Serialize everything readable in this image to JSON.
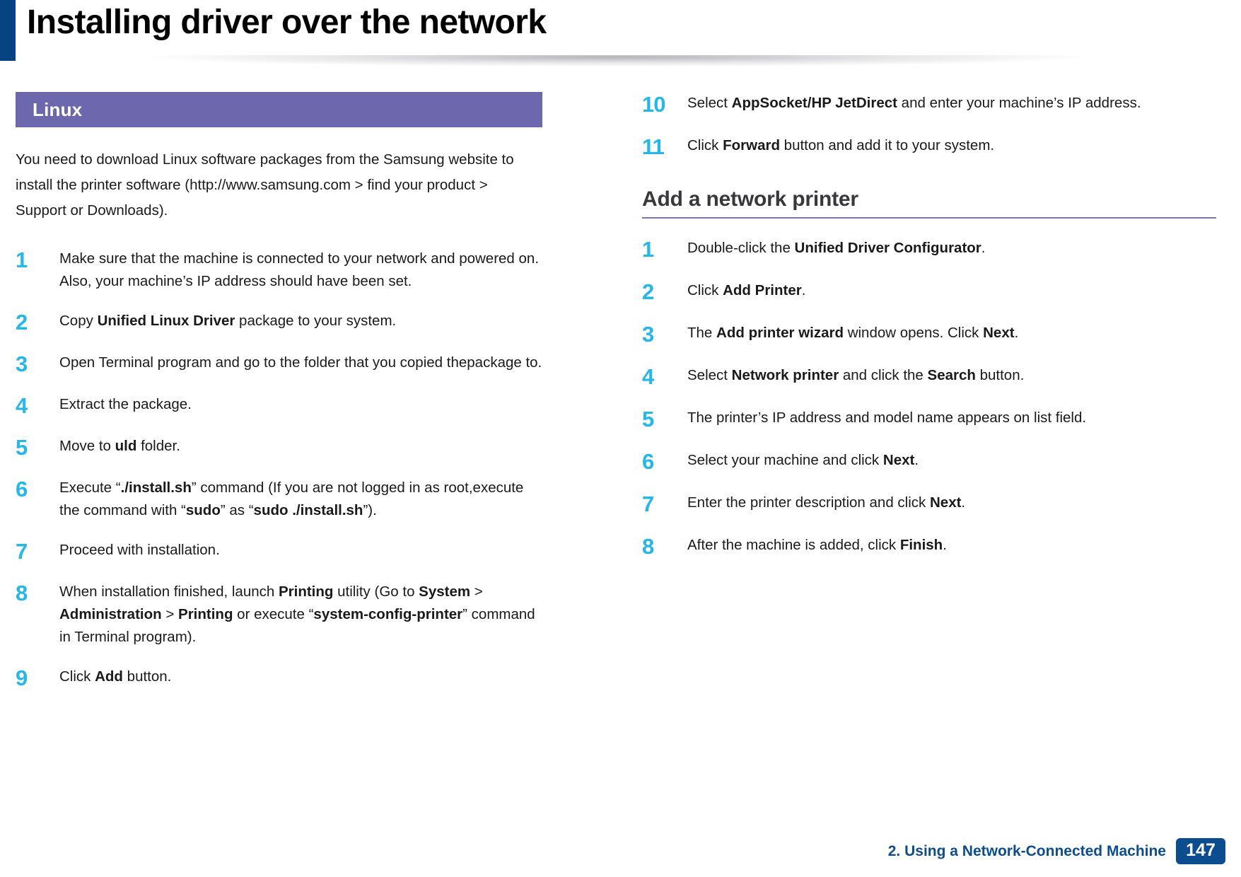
{
  "page": {
    "title": "Installing driver over the network",
    "accent_colors": {
      "header_bar": "#054480",
      "section_banner": "#6d67ad",
      "step_number": "#25b6ea",
      "footer_blue": "#0b4d8f",
      "rule": "#7b74b8"
    }
  },
  "left_column": {
    "section_banner_label": "Linux",
    "intro_paragraph": "You need to download Linux software packages from the Samsung website to install the printer software (http://www.samsung.com  > find your product > Support or Downloads).",
    "steps": [
      {
        "number": "1",
        "text_html": "Make sure that the machine is connected to your network and powered on. Also, your machine’s IP address should have been set."
      },
      {
        "number": "2",
        "text_html": "Copy <b>Unified Linux Driver</b> package to your system."
      },
      {
        "number": "3",
        "text_html": "Open Terminal program and go to the folder that you copied thepackage to."
      },
      {
        "number": "4",
        "text_html": "Extract the package."
      },
      {
        "number": "5",
        "text_html": "Move to <b>uld</b> folder."
      },
      {
        "number": "6",
        "text_html": "Execute “<b>./install.sh</b>” command (If you are not logged in as root,execute the command with “<b>sudo</b>” as “<b>sudo ./install.sh</b>”)."
      },
      {
        "number": "7",
        "text_html": "Proceed with installation."
      },
      {
        "number": "8",
        "text_html": "When installation finished, launch <b>Printing</b> utility (Go to <b>System</b> &gt; <b>Administration</b> &gt; <b>Printing</b> or execute “<b>system-config-printer</b>” command in Terminal program)."
      },
      {
        "number": "9",
        "text_html": "Click <b>Add</b> button."
      }
    ]
  },
  "right_column": {
    "continued_steps": [
      {
        "number": "10",
        "text_html": "Select <b>AppSocket/HP JetDirect</b> and enter your machine’s IP address."
      },
      {
        "number": "11",
        "text_html": "Click <b>Forward</b> button and add it to your system."
      }
    ],
    "sub_heading": "Add a network printer",
    "steps": [
      {
        "number": "1",
        "text_html": "Double-click the <b>Unified Driver Configurator</b>."
      },
      {
        "number": "2",
        "text_html": "Click <b>Add Printer</b>."
      },
      {
        "number": "3",
        "text_html": "The <b>Add printer wizard</b> window opens. Click <b>Next</b>."
      },
      {
        "number": "4",
        "text_html": "Select <b>Network printer</b> and click the <b>Search</b> button."
      },
      {
        "number": "5",
        "text_html": "The printer’s IP address and model name appears on list field."
      },
      {
        "number": "6",
        "text_html": "Select your machine and click <b>Next</b>."
      },
      {
        "number": "7",
        "text_html": "Enter the printer description and click <b>Next</b>."
      },
      {
        "number": "8",
        "text_html": "After the machine is added, click <b>Finish</b>."
      }
    ]
  },
  "footer": {
    "chapter": "2. Using a Network-Connected Machine",
    "page_number": "147"
  }
}
